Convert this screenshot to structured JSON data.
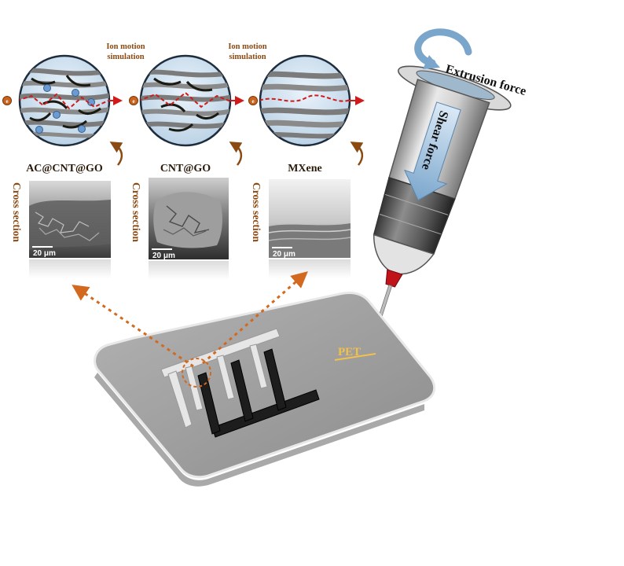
{
  "colors": {
    "label_brown": "#8b4a12",
    "arrow_orange": "#d2691e",
    "electron_orange": "#c8641e",
    "substrate_grey": "#9a9a9a",
    "nozzle_red": "#c0141a",
    "pet_gold": "#f2c14a"
  },
  "panels": [
    {
      "id": "ac-cnt-go",
      "simulation_label_line1": "Ion motion",
      "simulation_label_line2": "simulation",
      "material": "AC@CNT@GO",
      "cross_section_label": "Cross section",
      "scale_bar": "20 μm"
    },
    {
      "id": "cnt-go",
      "simulation_label_line1": "",
      "simulation_label_line2": "",
      "material": "CNT@GO",
      "cross_section_label": "Cross section",
      "scale_bar": "20 μm"
    },
    {
      "id": "mxene",
      "simulation_label_line1": "Ion motion",
      "simulation_label_line2": "simulation",
      "material": "MXene",
      "cross_section_label": "Cross section",
      "scale_bar": "20 μm"
    }
  ],
  "syringe": {
    "extrusion_label": "Extrusion force",
    "shear_label": "Shear force"
  },
  "substrate": {
    "label": "PET"
  },
  "icons": {
    "electron": "electron-particle-icon",
    "curved_arrow": "curved-arrow-icon",
    "rotation_arrow": "rotation-arrow-icon"
  }
}
